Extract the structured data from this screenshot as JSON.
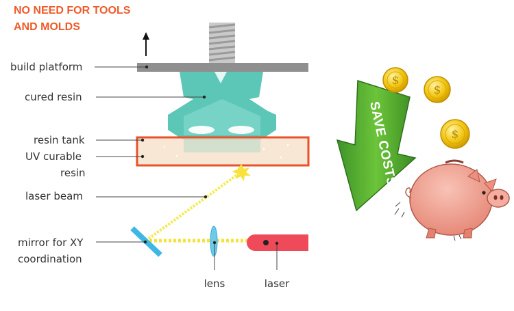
{
  "headline": [
    "NO NEED FOR TOOLS",
    "AND MOLDS"
  ],
  "labels": {
    "build_platform": "build platform",
    "cured_resin": "cured resin",
    "resin_tank": "resin tank",
    "uv_curable_resin": [
      "UV curable",
      "resin"
    ],
    "laser_beam": "laser beam",
    "mirror": [
      "mirror for XY",
      "coordination"
    ],
    "lens": "lens",
    "laser": "laser"
  },
  "arrow_banner": "SAVE COSTS",
  "coin_symbol": "$",
  "colors": {
    "headline": "#ef5a28",
    "platform": "#8f8f8f",
    "cured_resin": "#5cc7b7",
    "tank_border": "#e8512a",
    "tank_fill": "#f6e3cc",
    "beam": "#f5ea4e",
    "mirror": "#3fb7e4",
    "laser": "#ef4a5a",
    "arrow": "#4aa52e",
    "coin": "#f1c40f",
    "pig": "#f19a8c"
  },
  "icons": [
    "up-arrow-icon",
    "screw-icon",
    "burst-icon",
    "coin-icon",
    "piggy-bank-icon",
    "down-arrow-icon"
  ]
}
